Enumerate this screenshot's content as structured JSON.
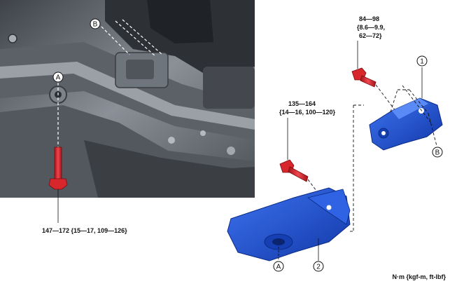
{
  "torque_specs": {
    "top_bolt_line1": "84—98",
    "top_bolt_line2": "{8.6—9.9,",
    "top_bolt_line3": "62—72}",
    "middle_bolt_line1": "135—164",
    "middle_bolt_line2": "{14—16, 100—120}",
    "photo_bolt": "147—172 {15—17, 109—126}"
  },
  "callouts": {
    "a": "A",
    "b": "B",
    "part1": "1",
    "part2": "2"
  },
  "units_note": "N·m {kgf-m, ft-lbf}",
  "colors": {
    "bolt_red": "#d7262c",
    "bracket_blue": "#1f55d6",
    "photo_gray": "#6e747b"
  }
}
